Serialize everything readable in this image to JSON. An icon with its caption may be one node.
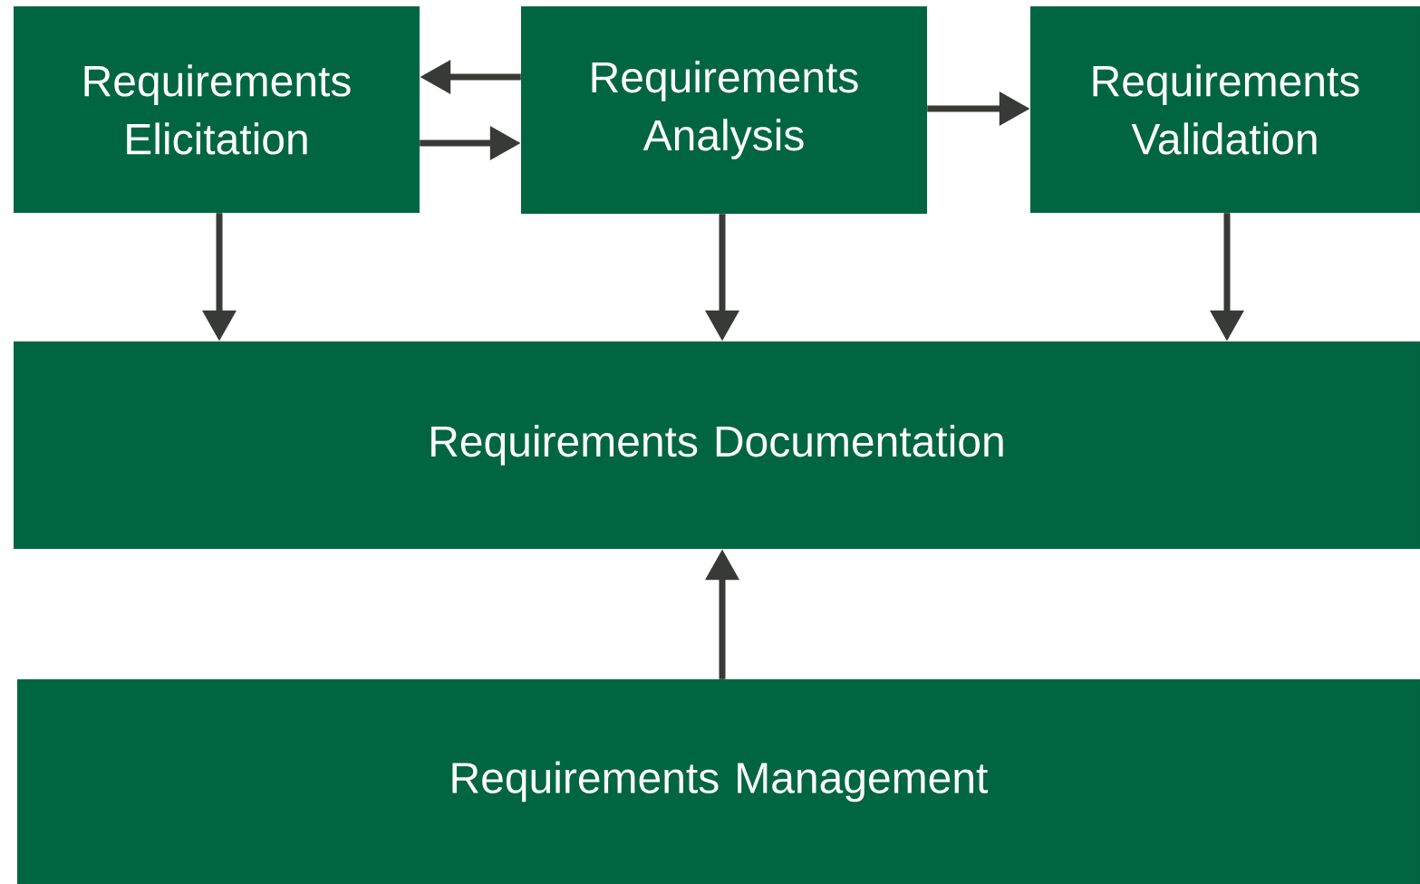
{
  "diagram": {
    "nodes": [
      {
        "text": [
          "Requirements Elicitation"
        ]
      },
      {
        "text": [
          "Requirements Analysis"
        ]
      },
      {
        "text": [
          "Requirements Validation"
        ]
      },
      {
        "text": [
          "Requirements Documentation"
        ]
      },
      {
        "text": [
          "Requirements Management"
        ]
      }
    ],
    "edges": [
      {
        "from": 1,
        "to": 0,
        "arrow": "to"
      },
      {
        "from": 0,
        "to": 1,
        "arrow": "to"
      },
      {
        "from": 1,
        "to": 2,
        "arrow": "to"
      },
      {
        "from": 0,
        "to": 3,
        "arrow": "to"
      },
      {
        "from": 1,
        "to": 3,
        "arrow": "to"
      },
      {
        "from": 2,
        "to": 3,
        "arrow": "to"
      },
      {
        "from": 4,
        "to": 3,
        "arrow": "to"
      }
    ]
  }
}
